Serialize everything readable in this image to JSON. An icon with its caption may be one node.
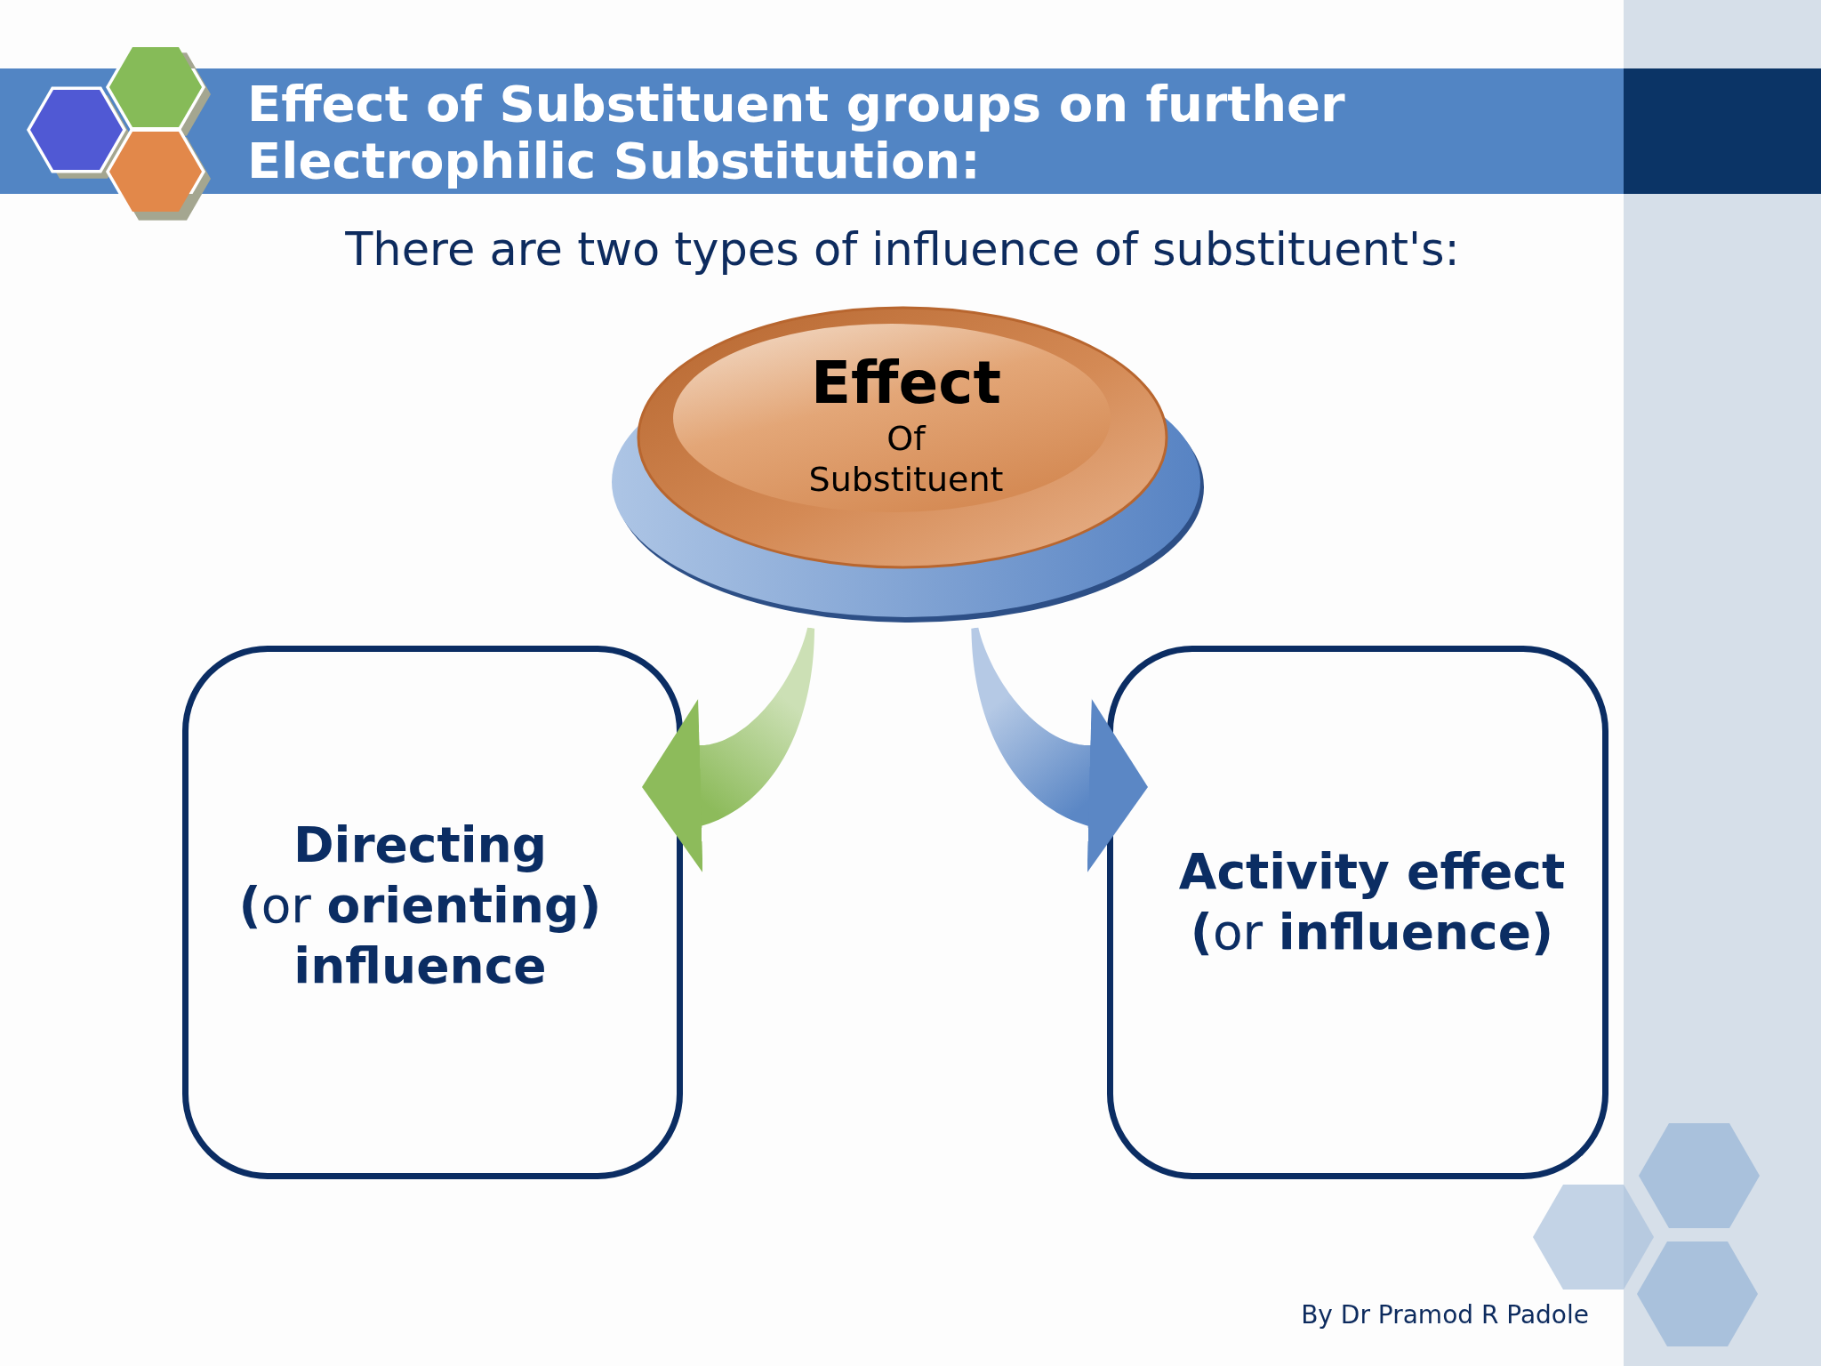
{
  "diagram": {
    "title": "Effect of Substituent groups on further Electrophilic Substitution:",
    "nodes": [
      {
        "text": [
          "Effect",
          "Of Substituent"
        ]
      },
      {
        "text": [
          "**Directing (**or **orienting) influence**"
        ]
      },
      {
        "text": [
          "**Activity effect (**or **influence)**"
        ]
      }
    ],
    "edges": [
      {
        "from": 0,
        "to": 1,
        "arrow": "to",
        "color": "#8dbb5b"
      },
      {
        "from": 0,
        "to": 2,
        "arrow": "to",
        "color": "#5b87c5"
      }
    ],
    "labels": [
      "There are two types of influence of substituent's:",
      "By Dr Pramod R Padole"
    ]
  }
}
